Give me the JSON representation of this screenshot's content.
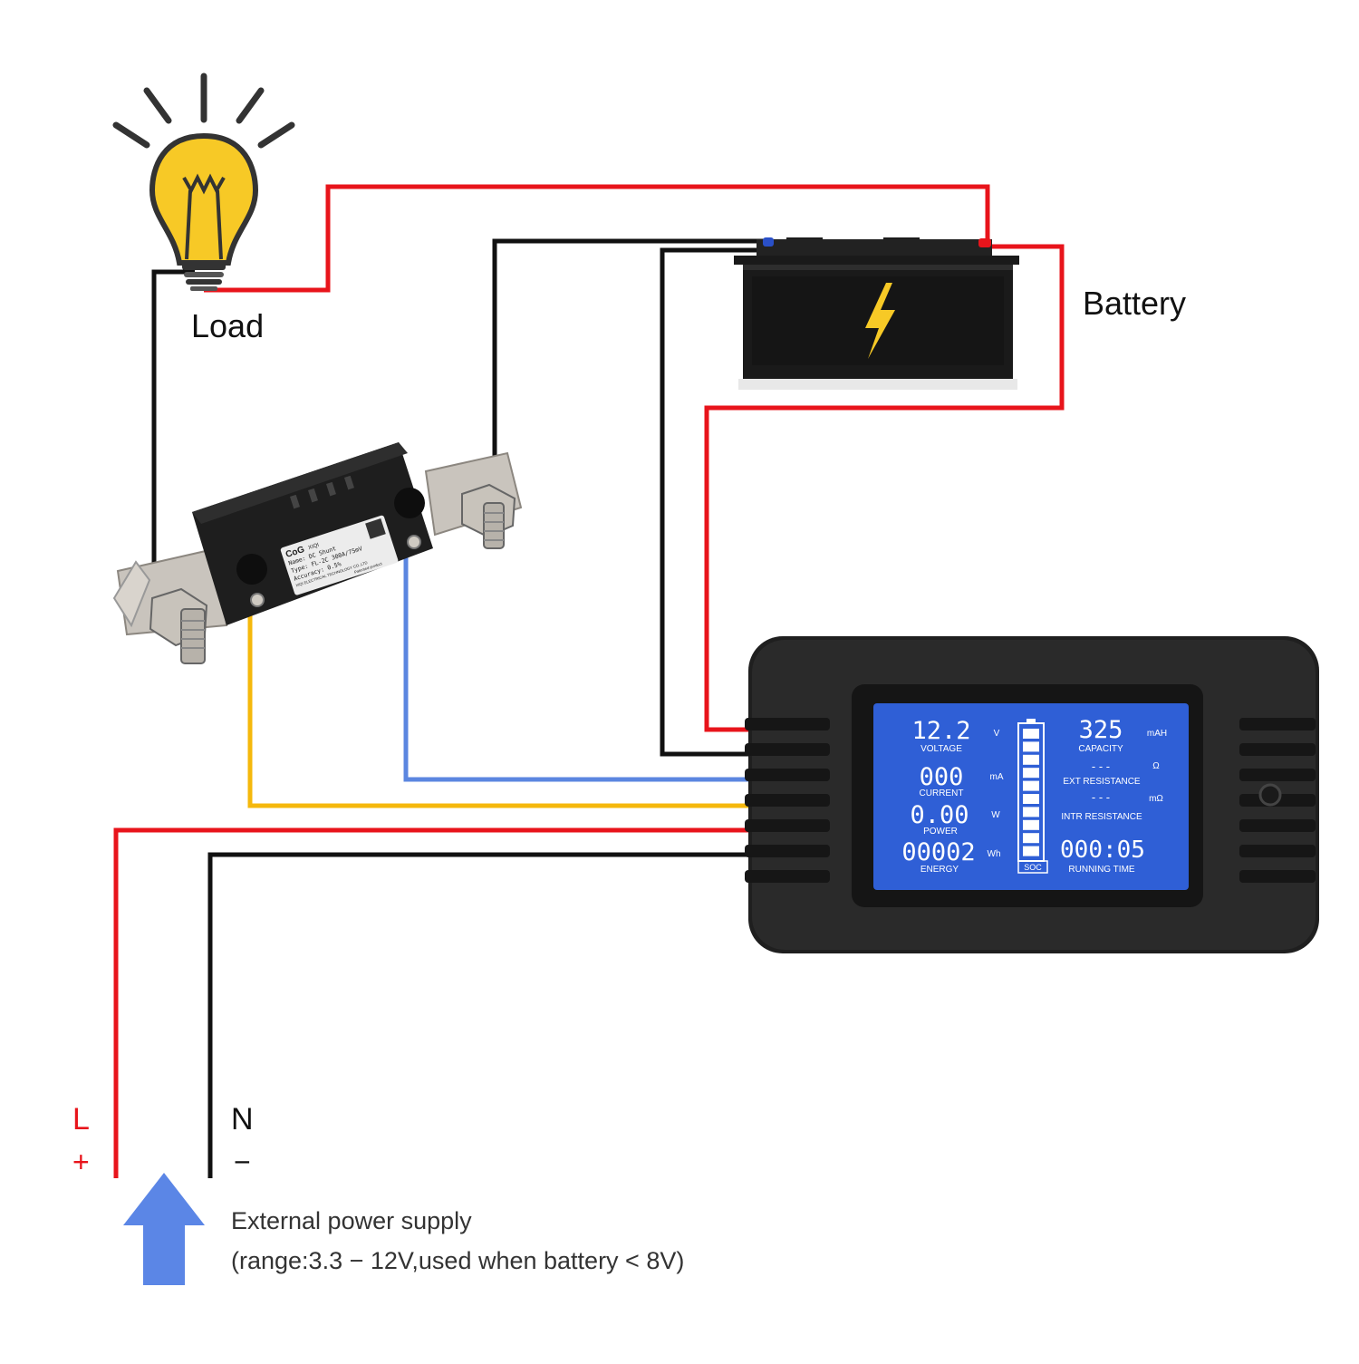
{
  "labels": {
    "load": "Load",
    "battery": "Battery",
    "supply_l": "L",
    "supply_plus": "+",
    "supply_n": "N",
    "supply_minus": "−",
    "supply_line1": "External power supply",
    "supply_line2": "(range:3.3 − 12V,used when battery < 8V)"
  },
  "shunt": {
    "brand": "CoG",
    "brand_sub": "XIQI",
    "line1": "Name: DC Shunt",
    "line2": "Type: FL-2C 300A/75mV",
    "line3": "Accuracy: 0.5%",
    "line4": "XIQI ELECTRICAL TECHNOLOGY CO.,LTD",
    "line5": "Patented product"
  },
  "meter": {
    "voltage_value": "12.2",
    "voltage_unit": "V",
    "voltage_label": "VOLTAGE",
    "current_value": "000",
    "current_unit": "mA",
    "current_label": "CURRENT",
    "power_value": "0.00",
    "power_unit": "W",
    "power_label": "POWER",
    "energy_value": "00002",
    "energy_unit": "Wh",
    "energy_label": "ENERGY",
    "capacity_value": "325",
    "capacity_unit": "mAH",
    "capacity_label": "CAPACITY",
    "ext_res_value": "- - -",
    "ext_res_unit": "Ω",
    "ext_res_label": "EXT RESISTANCE",
    "intr_res_value": "- - -",
    "intr_res_unit": "mΩ",
    "intr_res_label": "INTR RESISTANCE",
    "time_value": "000:05",
    "time_label": "RUNNING TIME",
    "soc_label": "SOC"
  },
  "colors": {
    "wire_red": "#e8141b",
    "wire_black": "#111111",
    "wire_yellow": "#f5b80c",
    "wire_blue": "#5b86e0",
    "lcd_blue": "#2f5fd6",
    "bulb_yellow": "#f7c926",
    "arrow_blue": "#5b86e6"
  }
}
